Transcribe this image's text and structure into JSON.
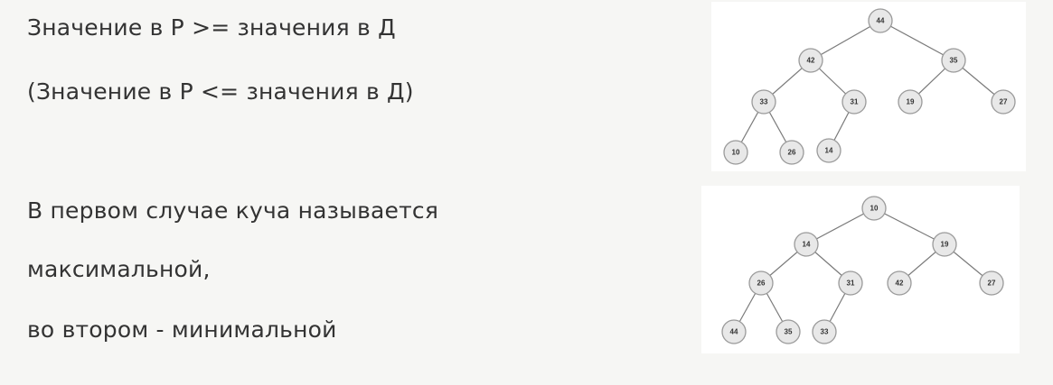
{
  "text": {
    "line1": "Значение в Р >= значения в Д",
    "line2": "(Значение в Р <= значения в Д)",
    "line3": "В первом случае куча называется",
    "line4": "максимальной,",
    "line5": "во втором - минимальной"
  },
  "max_heap": {
    "nodes": [
      "44",
      "42",
      "35",
      "33",
      "31",
      "19",
      "27",
      "10",
      "26",
      "14"
    ]
  },
  "min_heap": {
    "nodes": [
      "10",
      "14",
      "19",
      "26",
      "31",
      "42",
      "27",
      "44",
      "35",
      "33"
    ]
  }
}
